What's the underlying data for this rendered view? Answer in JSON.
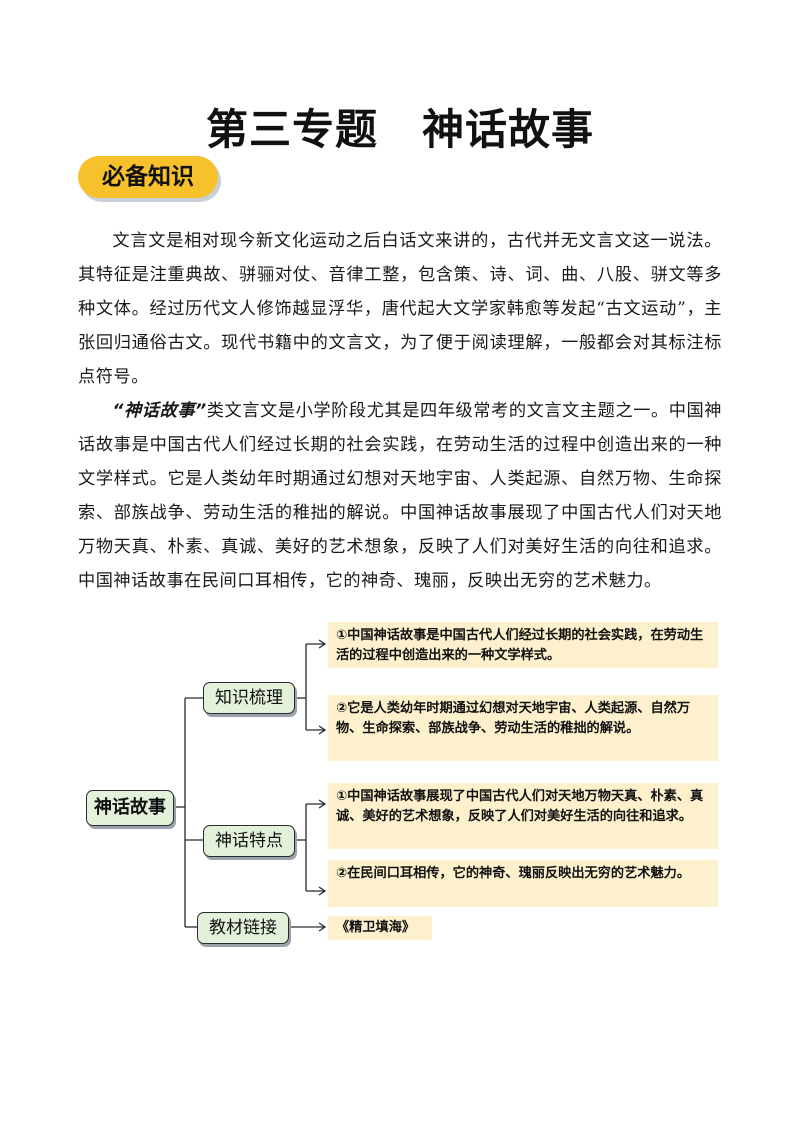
{
  "title": {
    "part1": "第三专题",
    "part2": "神话故事"
  },
  "badge": "必备知识",
  "paragraphs": [
    "文言文是相对现今新文化运动之后白话文来讲的，古代并无文言文这一说法。其特征是注重典故、骈骊对仗、音律工整，包含策、诗、词、曲、八股、骈文等多种文体。经过历代文人修饰越显浮华，唐代起大文学家韩愈等发起“古文运动”，主张回归通俗古文。现代书籍中的文言文，为了便于阅读理解，一般都会对其标注标点符号。",
    {
      "emphasis": "“神话故事”",
      "rest": "类文言文是小学阶段尤其是四年级常考的文言文主题之一。中国神话故事是中国古代人们经过长期的社会实践，在劳动生活的过程中创造出来的一种文学样式。它是人类幼年时期通过幻想对天地宇宙、人类起源、自然万物、生命探索、部族战争、劳动生活的稚拙的解说。中国神话故事展现了中国古代人们对天地万物天真、朴素、真诚、美好的艺术想象，反映了人们对美好生活的向往和追求。中国神话故事在民间口耳相传，它的神奇、瑰丽，反映出无穷的艺术魅力。"
    }
  ],
  "mindmap": {
    "root": "神话故事",
    "branches": [
      {
        "label": "知识梳理",
        "items": [
          "①中国神话故事是中国古代人们经过长期的社会实践，在劳动生活的过程中创造出来的一种文学样式。",
          "②它是人类幼年时期通过幻想对天地宇宙、人类起源、自然万物、生命探索、部族战争、劳动生活的稚拙的解说。"
        ]
      },
      {
        "label": "神话特点",
        "items": [
          "①中国神话故事展现了中国古代人们对天地万物天真、朴素、真诚、美好的艺术想象，反映了人们对美好生活的向往和追求。",
          "②在民间口耳相传，它的神奇、瑰丽反映出无穷的艺术魅力。"
        ]
      },
      {
        "label": "教材链接",
        "items": [
          "《精卫填海》"
        ]
      }
    ]
  },
  "colors": {
    "badge": "#f6c12b",
    "node_fill": "#e3f1da",
    "box_fill": "#fdf0cc"
  }
}
